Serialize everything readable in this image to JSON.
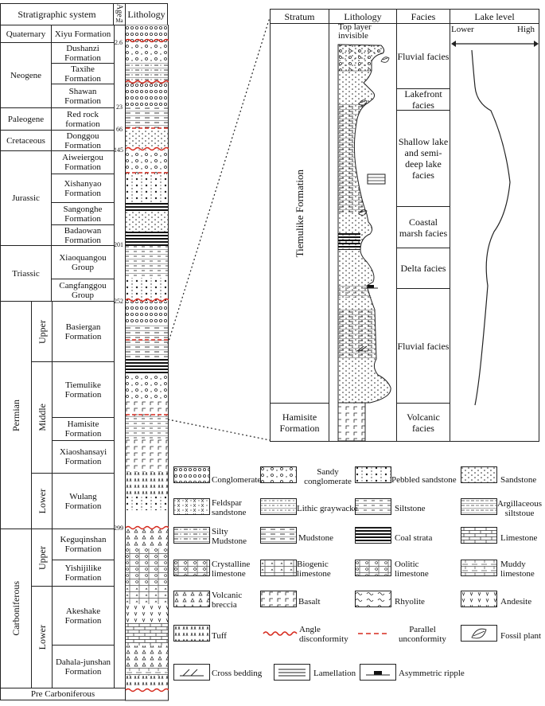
{
  "left": {
    "header_stratigraphic": "Stratigraphic system",
    "header_age": "Age",
    "header_age_unit": "Ma",
    "header_lithology": "Lithology",
    "systems": {
      "quaternary": "Quaternary",
      "neogene": "Neogene",
      "paleogene": "Paleogene",
      "cretaceous": "Cretaceous",
      "jurassic": "Jurassic",
      "triassic": "Triassic",
      "permian": "Permian",
      "carboniferous": "Carboniferous",
      "pre": "Pre Carboniferous"
    },
    "series": {
      "perm_upper": "Upper",
      "perm_middle": "Middle",
      "perm_lower": "Lower",
      "carb_upper": "Upper",
      "carb_lower": "Lower"
    },
    "formations": {
      "xiyu": "Xiyu Formation",
      "dushanzi": "Dushanzi Formation",
      "taxihe": "Taxihe Formation",
      "shawan": "Shawan Formation",
      "redrock": "Red rock formation",
      "donggou": "Donggou Formation",
      "aiweiergou": "Aiweiergou Formation",
      "xishanyao": "Xishanyao Formation",
      "sangonghe": "Sangonghe Formation",
      "badaowan": "Badaowan Formation",
      "xiaoquangou": "Xiaoquangou Group",
      "cangfanggou": "Cangfanggou Group",
      "basiergan": "Basiergan Formation",
      "tiemulike": "Tiemulike Formation",
      "hamisite": "Hamisite Formation",
      "xiaoshansayi": "Xiaoshansayi Formation",
      "wulang": "Wulang Formation",
      "keguqinshan": "Keguqinshan Formation",
      "yishijilike": "Yishijilike Formation",
      "akeshake": "Akeshake Formation",
      "dahala": "Dahala-junshan Formation"
    },
    "ages": {
      "a1": "2.6",
      "a2": "23",
      "a3": "66",
      "a4": "145",
      "a5": "201",
      "a6": "252",
      "a7": "299"
    }
  },
  "right": {
    "header_stratum": "Stratum",
    "header_lithology": "Lithology",
    "header_facies": "Facies",
    "header_lake": "Lake level",
    "lake_lower": "Lower",
    "lake_high": "High",
    "top_note": "Top layer invisible",
    "stratum_tiemulike": "Tiemulike Formation",
    "stratum_hamisite": "Hamisite Formation",
    "facies": {
      "fluvial1": "Fluvial facies",
      "lakefront": "Lakefront facies",
      "shallow": "Shallow lake and semi-deep lake facies",
      "coastal": "Coastal marsh facies",
      "delta": "Delta facies",
      "fluvial2": "Fluvial facies",
      "volcanic": "Volcanic facies"
    }
  },
  "legend": {
    "conglomerate": "Conglomerate",
    "sandy_conglomerate": "Sandy conglomerate",
    "pebbled_sandstone": "Pebbled sandstone",
    "sandstone": "Sandstone",
    "feldspar_sandstone": "Feldspar sandstone",
    "lithic_graywacke": "Lithic graywacke",
    "siltstone": "Siltstone",
    "argillaceous_siltstone": "Argillaceous siltstoue",
    "silty_mudstone": "Silty Mudstone",
    "mudstone": "Mudstone",
    "coal": "Coal strata",
    "limestone": "Limestone",
    "crystalline_limestone": "Crystalline limestone",
    "biogenic_limestone": "Biogenic limestone",
    "oolitic_limestone": "Oolitic limestone",
    "muddy_limestone": "Muddy limestone",
    "volcanic_breccia": "Volcanic breccia",
    "basalt": "Basalt",
    "rhyolite": "Rhyolite",
    "andesite": "Andesite",
    "tuff": "Tuff",
    "angle_disconformity": "Angle disconformity",
    "parallel_unconformity": "Parallel unconformity",
    "fossil_plant": "Fossil plant",
    "cross_bedding": "Cross bedding",
    "lamellation": "Lamellation",
    "asymmetric_ripple": "Asymmetric ripple"
  },
  "colors": {
    "unconformity": "#d62a1e",
    "line": "#222222"
  }
}
